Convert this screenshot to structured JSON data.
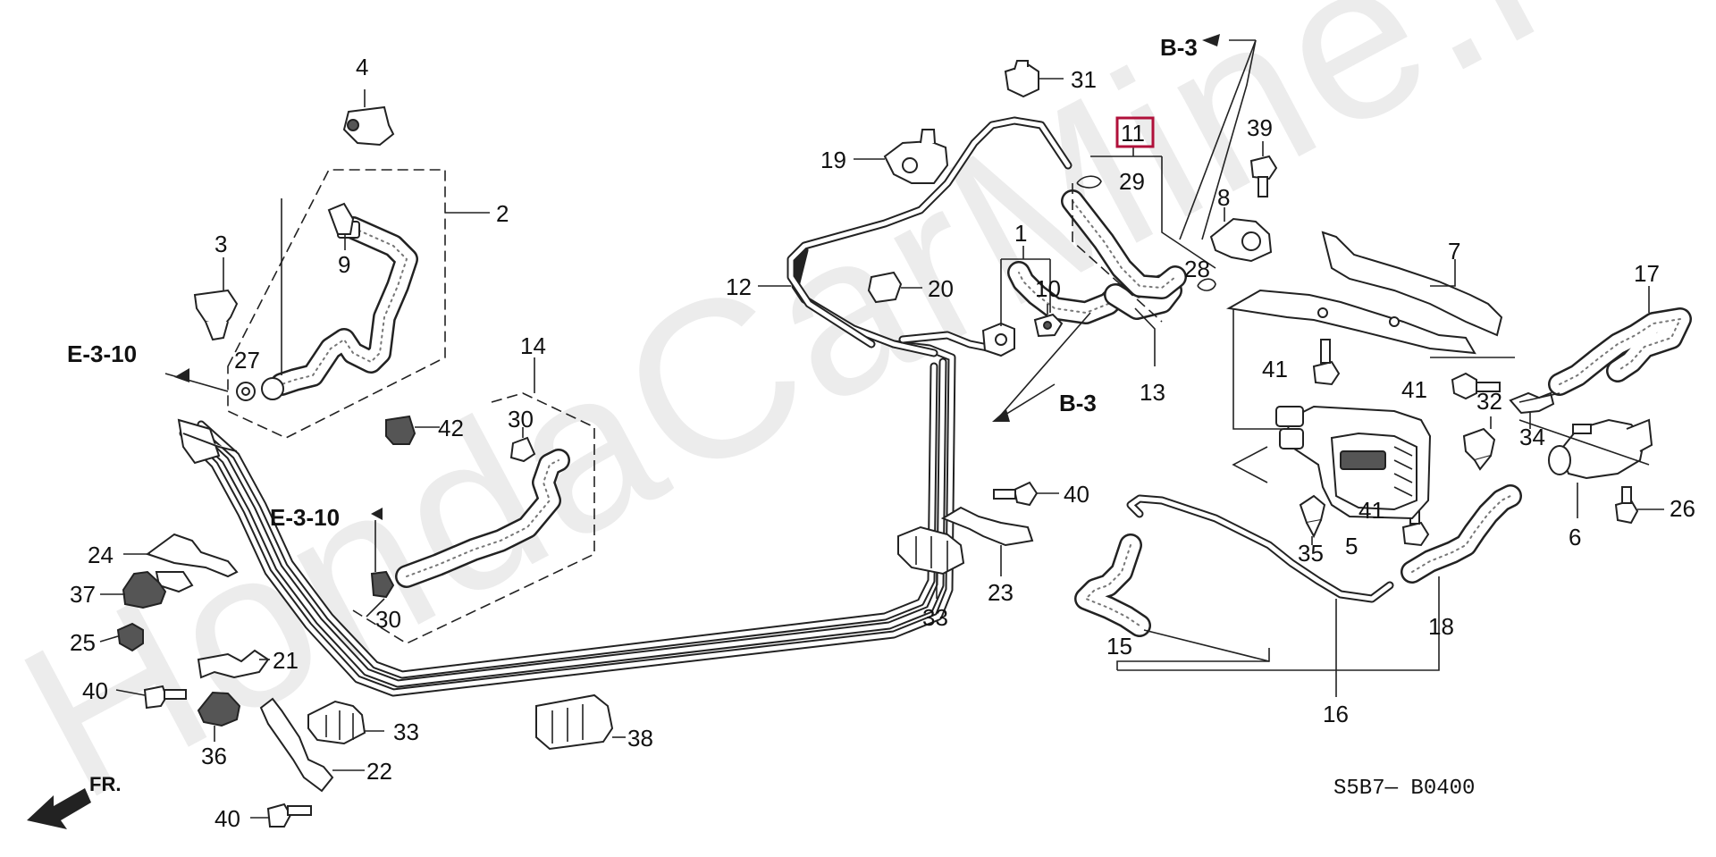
{
  "watermark": "HondaCarMine.ru",
  "diagram_code": "S5B7— B0400",
  "front_label": "FR.",
  "highlight_color": "#b0103a",
  "references": [
    {
      "id": "ref-e3-10-upper",
      "text": "E-3-10"
    },
    {
      "id": "ref-e3-10-lower",
      "text": "E-3-10"
    },
    {
      "id": "ref-b3-upper",
      "text": "B-3"
    },
    {
      "id": "ref-b3-lower",
      "text": "B-3"
    }
  ],
  "callouts": {
    "c1": "1",
    "c2": "2",
    "c3": "3",
    "c4": "4",
    "c5": "5",
    "c6": "6",
    "c7": "7",
    "c8": "8",
    "c9": "9",
    "c10": "10",
    "c11": "11",
    "c12": "12",
    "c13": "13",
    "c14": "14",
    "c15": "15",
    "c16": "16",
    "c17": "17",
    "c18": "18",
    "c19": "19",
    "c20": "20",
    "c21": "21",
    "c22": "22",
    "c23a": "23",
    "c24": "24",
    "c25": "25",
    "c26": "26",
    "c27": "27",
    "c28": "28",
    "c29": "29",
    "c30a": "30",
    "c30b": "30",
    "c31": "31",
    "c32": "32",
    "c33a": "33",
    "c33b": "33",
    "c34": "34",
    "c35": "35",
    "c36": "36",
    "c37": "37",
    "c38": "38",
    "c39": "39",
    "c40a": "40",
    "c40b": "40",
    "c40c": "40",
    "c41a": "41",
    "c41b": "41",
    "c41c": "41",
    "c42": "42"
  }
}
